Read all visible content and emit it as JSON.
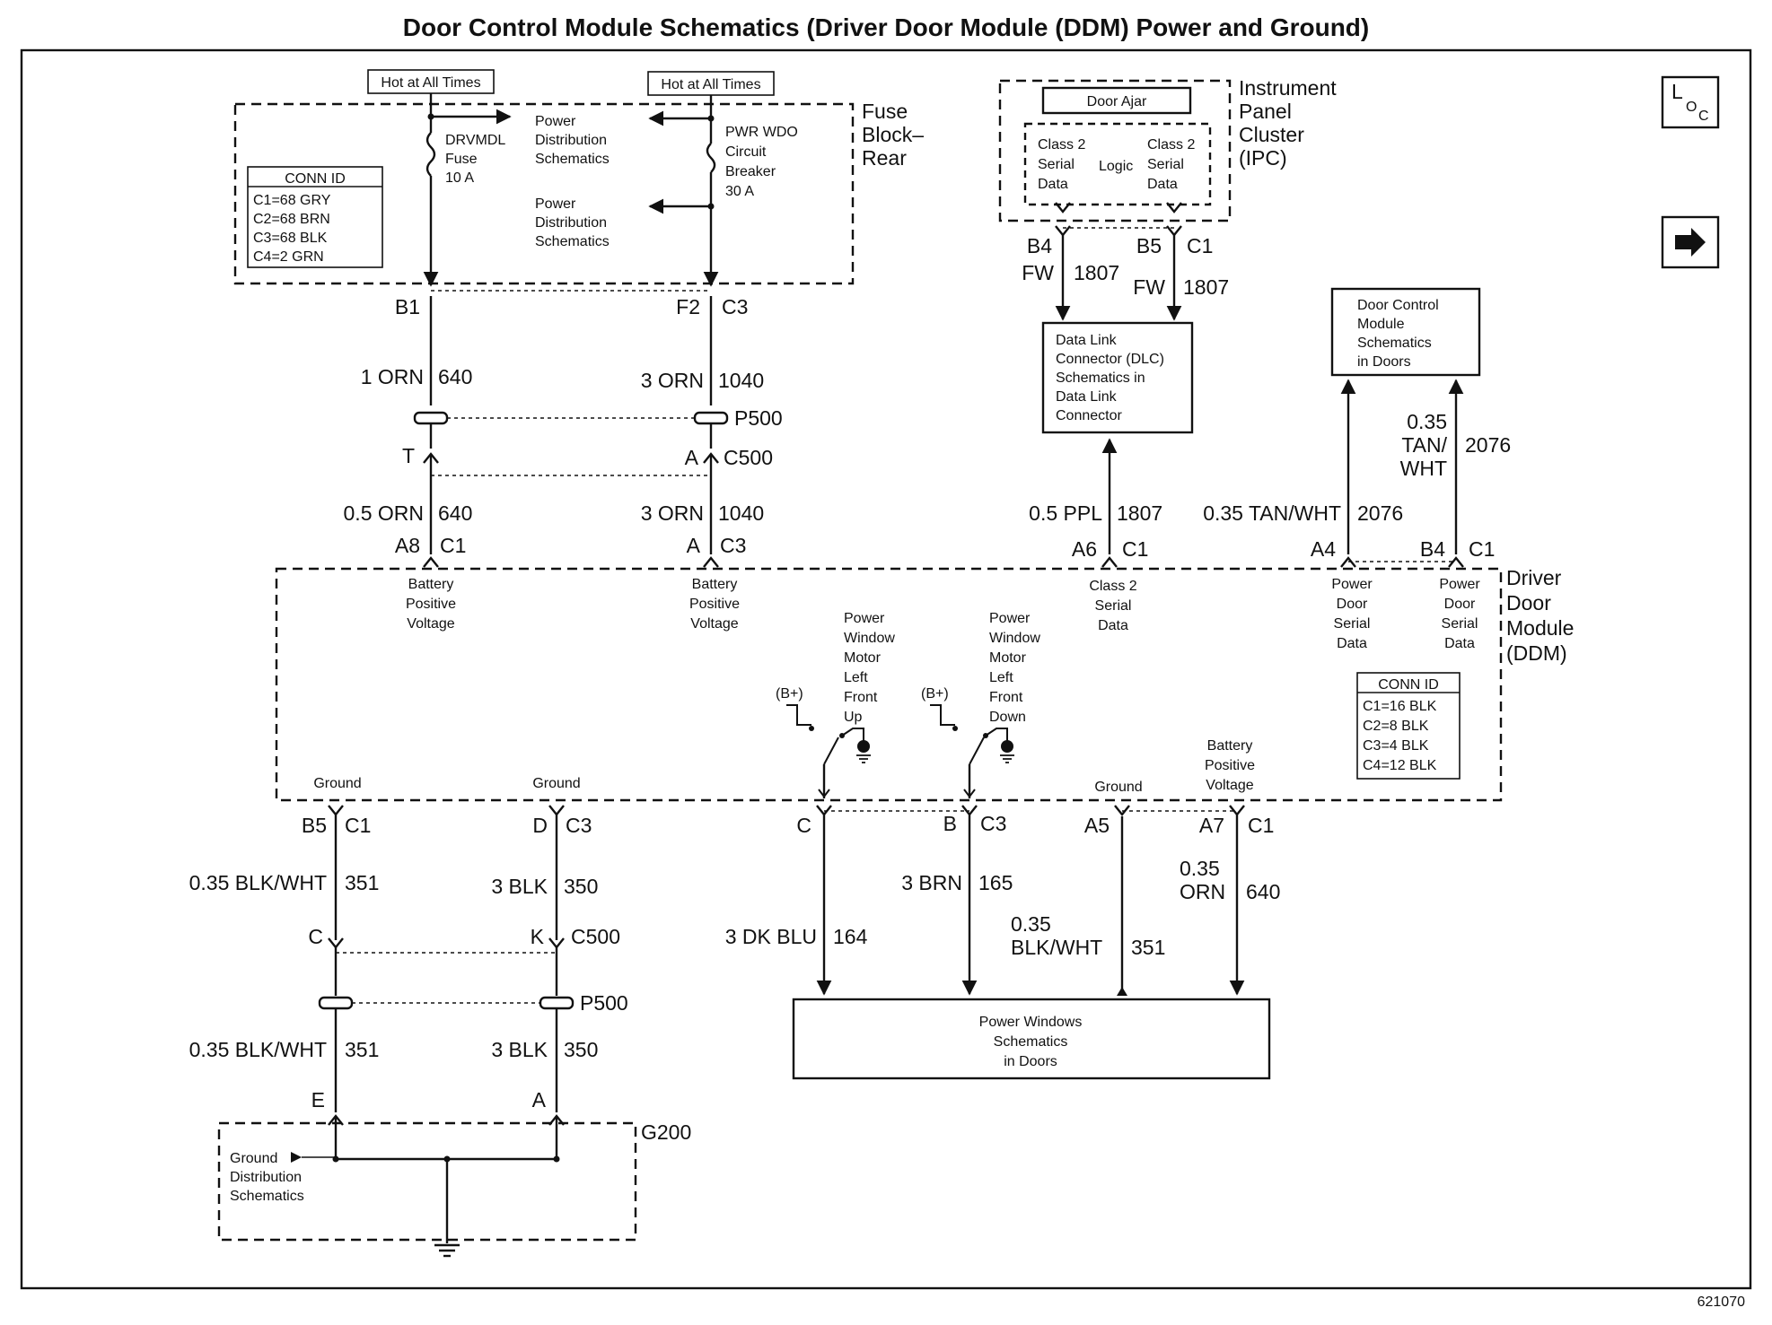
{
  "title": "Door Control Module Schematics (Driver Door Module (DDM) Power and Ground)",
  "figure_number": "621070",
  "nav": {
    "loc_letters": [
      "L",
      "O",
      "C"
    ],
    "next_icon": "arrow-right-icon"
  },
  "fuse_block": {
    "label": [
      "Fuse",
      "Block–",
      "Rear"
    ],
    "hot_left": "Hot at All Times",
    "hot_right": "Hot at All Times",
    "fuse": [
      "DRVMDL",
      "Fuse",
      "10 A"
    ],
    "breaker": [
      "PWR WDO",
      "Circuit",
      "Breaker",
      "30 A"
    ],
    "pds1": [
      "Power",
      "Distribution",
      "Schematics"
    ],
    "pds2": [
      "Power",
      "Distribution",
      "Schematics"
    ],
    "conn_id": {
      "title": "CONN ID",
      "rows": [
        "C1=68 GRY",
        "C2=68 BRN",
        "C3=68 BLK",
        "C4=2 GRN"
      ]
    }
  },
  "ipc": {
    "label": [
      "Instrument",
      "Panel",
      "Cluster",
      "(IPC)"
    ],
    "door_ajar": "Door Ajar",
    "class2_left": [
      "Class 2",
      "Serial",
      "Data"
    ],
    "logic": "Logic",
    "class2_right": [
      "Class 2",
      "Serial",
      "Data"
    ],
    "pin_b4": "B4",
    "pin_b5": "B5",
    "conn": "C1",
    "fw1": "FW",
    "wire1": "1807",
    "fw2": "FW",
    "wire2": "1807"
  },
  "dlc": {
    "text": [
      "Data Link",
      "Connector (DLC)",
      "Schematics in",
      "Data Link",
      "Connector"
    ]
  },
  "dcm_doors": {
    "text": [
      "Door Control",
      "Module",
      "Schematics",
      "in Doors"
    ]
  },
  "upper_wires": {
    "b1": "B1",
    "f2": "F2",
    "c3": "C3",
    "w1": "1 ORN",
    "c640": "640",
    "w2": "3 ORN",
    "c1040": "1040",
    "p500": "P500",
    "t": "T",
    "a": "A",
    "c500": "C500",
    "w3": "0.5 ORN",
    "c640b": "640",
    "w4": "3 ORN",
    "c1040b": "1040",
    "a8": "A8",
    "c1": "C1",
    "c3b": "C3",
    "w5": "0.5 PPL",
    "c1807": "1807",
    "w6": "0.35 TAN/WHT",
    "c2076": "2076",
    "w7": [
      "0.35",
      "TAN/",
      "WHT"
    ],
    "c2076b": "2076",
    "a6": "A6",
    "c1b": "C1",
    "a4": "A4",
    "b4": "B4",
    "c1c": "C1"
  },
  "ddm": {
    "label": [
      "Driver",
      "Door",
      "Module",
      "(DDM)"
    ],
    "bpv1": [
      "Battery",
      "Positive",
      "Voltage"
    ],
    "bpv2": [
      "Battery",
      "Positive",
      "Voltage"
    ],
    "class2": [
      "Class 2",
      "Serial",
      "Data"
    ],
    "pdsd1": [
      "Power",
      "Door",
      "Serial",
      "Data"
    ],
    "pdsd2": [
      "Power",
      "Door",
      "Serial",
      "Data"
    ],
    "pwm_up": [
      "Power",
      "Window",
      "Motor",
      "Left",
      "Front",
      "Up"
    ],
    "pwm_down": [
      "Power",
      "Window",
      "Motor",
      "Left",
      "Front",
      "Down"
    ],
    "bplus1": "(B+)",
    "bplus2": "(B+)",
    "ground1": "Ground",
    "ground2": "Ground",
    "ground3": "Ground",
    "bpv3": [
      "Battery",
      "Positive",
      "Voltage"
    ],
    "conn_id": {
      "title": "CONN ID",
      "rows": [
        "C1=16 BLK",
        "C2=8 BLK",
        "C3=4 BLK",
        "C4=12 BLK"
      ]
    }
  },
  "lower_wires": {
    "b5": "B5",
    "c1": "C1",
    "d": "D",
    "c3": "C3",
    "w1": "0.35 BLK/WHT",
    "c351": "351",
    "w2": "3 BLK",
    "c350": "350",
    "c": "C",
    "k": "K",
    "c500": "C500",
    "p500": "P500",
    "w3": "0.35 BLK/WHT",
    "c351b": "351",
    "w4": "3 BLK",
    "c350b": "350",
    "e": "E",
    "a": "A",
    "pc": "C",
    "pb": "B",
    "pc3": "C3",
    "a5": "A5",
    "a7": "A7",
    "pc1": "C1",
    "w5": "3 DK BLU",
    "c164": "164",
    "w6": "3 BRN",
    "c165": "165",
    "w7": [
      "0.35",
      "BLK/WHT"
    ],
    "c351c": "351",
    "w8": [
      "0.35",
      "ORN"
    ],
    "c640": "640"
  },
  "power_windows": {
    "text": [
      "Power Windows",
      "Schematics",
      "in Doors"
    ]
  },
  "g200": {
    "label": "G200",
    "text": [
      "Ground",
      "Distribution",
      "Schematics"
    ]
  }
}
